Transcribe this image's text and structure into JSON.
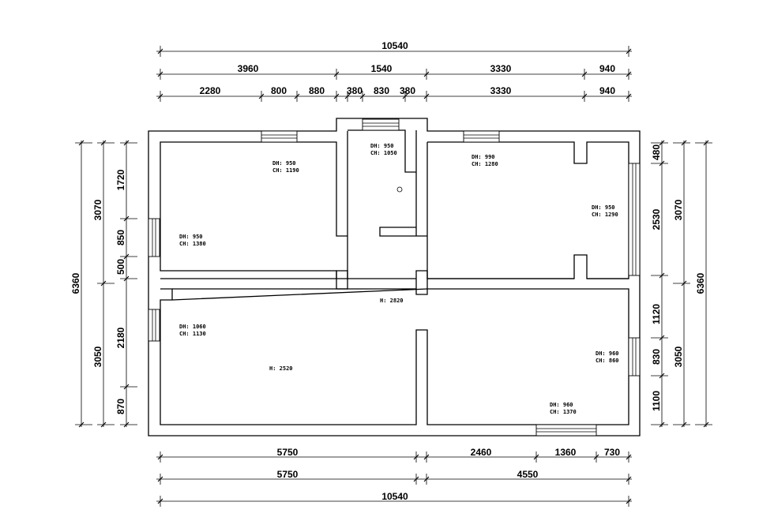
{
  "dimensions": {
    "top_total": "10540",
    "top_row1": [
      "3960",
      "1540",
      "3330",
      "940"
    ],
    "top_row2": [
      "2280",
      "800",
      "880",
      "380",
      "830",
      "380",
      "3330",
      "940"
    ],
    "bottom_row1": [
      "5750",
      "2460",
      "1360",
      "730"
    ],
    "bottom_row2": [
      "5750",
      "4550"
    ],
    "bottom_total": "10540",
    "left_total": "6360",
    "left_mid": [
      "3070",
      "3050"
    ],
    "left_inner": [
      "1720",
      "850",
      "500",
      "2180",
      "870"
    ],
    "right_total": "6360",
    "right_mid": [
      "3070",
      "3050"
    ],
    "right_inner": [
      "480",
      "2530",
      "1120",
      "830",
      "1100"
    ]
  },
  "notes": {
    "top_left_window_dh": "DH: 950",
    "top_left_window_ch": "CH: 1190",
    "left_window_dh": "DH: 950",
    "left_window_ch": "CH: 1380",
    "bath_window_dh": "DH: 950",
    "bath_window_ch": "CH: 1050",
    "top_right_window_dh": "DH: 990",
    "top_right_window_ch": "CH: 1280",
    "right_window_dh": "DH: 950",
    "right_window_ch": "CH: 1290",
    "living_left_dh": "DH: 1060",
    "living_left_ch": "CH: 1130",
    "living_height": "H: 2520",
    "beam_height": "H: 2820",
    "right_lower_dh": "DH: 960",
    "right_lower_ch": "CH: 860",
    "bottom_window_dh": "DH: 960",
    "bottom_window_ch": "CH: 1370"
  }
}
